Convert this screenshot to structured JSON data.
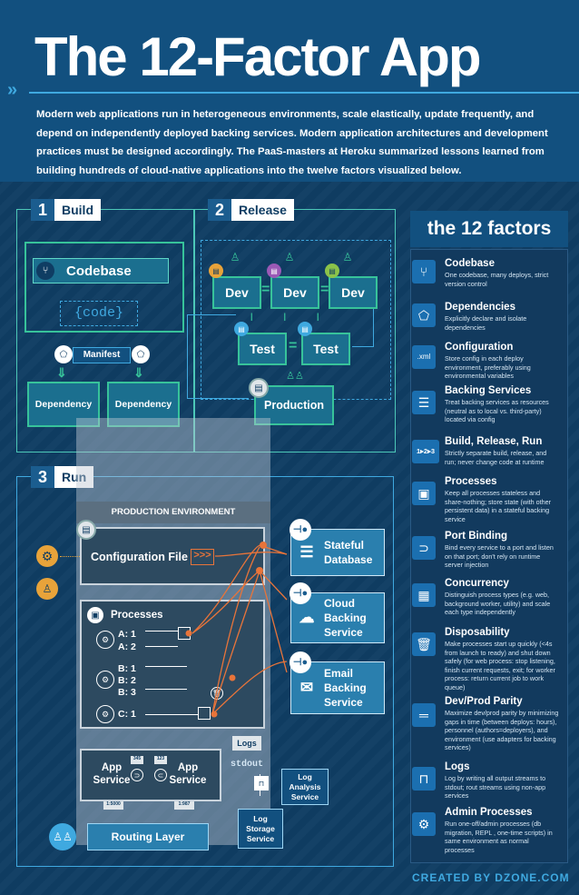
{
  "header": {
    "title": "The 12-Factor App",
    "intro": "Modern web applications run in heterogeneous environments, scale elastically, update frequently, and depend on independently deployed backing services. Modern application architectures and development practices must be designed accordingly. The PaaS-masters at Heroku summarized lessons learned from building hundreds of cloud-native applications into the twelve factors visualized below."
  },
  "build": {
    "number": "1",
    "label": "Build",
    "codebase": "Codebase",
    "code_tag": "{code}",
    "manifest": "Manifest",
    "dependency_1": "Dependency",
    "dependency_2": "Dependency"
  },
  "release": {
    "number": "2",
    "label": "Release",
    "dev_1": "Dev",
    "dev_2": "Dev",
    "dev_3": "Dev",
    "eq_1": "=",
    "eq_2": "=",
    "test_1": "Test",
    "test_2": "Test",
    "eq_3": "=",
    "production": "Production"
  },
  "run": {
    "number": "3",
    "label": "Run",
    "production_env": "PRODUCTION ENVIRONMENT",
    "config_file": "Configuration File",
    "config_arrows": ">>>",
    "processes": "Processes",
    "proc_a1": "A: 1",
    "proc_a2": "A: 2",
    "proc_b1": "B: 1",
    "proc_b2": "B: 2",
    "proc_b3": "B: 3",
    "proc_c1": "C: 1",
    "stateful_db": "Stateful Database",
    "cloud_backing": "Cloud Backing Service",
    "email_backing": "Email Backing Service",
    "logs": "Logs",
    "stdout": "stdout",
    "app_service_1": "App Service",
    "app_service_2": "App Service",
    "port_a": "345",
    "port_b": "123",
    "port_c": "1:5000",
    "port_d": "1:987",
    "log_analysis": "Log Analysis Service",
    "log_storage": "Log Storage Service",
    "routing": "Routing Layer"
  },
  "factors_title": "the 12 factors",
  "factors": [
    {
      "name": "Codebase",
      "desc": "One codebase, many deploys, strict version control",
      "icon": "branch-icon"
    },
    {
      "name": "Dependencies",
      "desc": "Explicitly declare and isolate dependencies",
      "icon": "network-icon"
    },
    {
      "name": "Configuration",
      "desc": "Store config in each deploy environment, preferably using environmental variables",
      "icon": "xml-file-icon"
    },
    {
      "name": "Backing Services",
      "desc": "Treat backing services as resources (neutral as to local vs. third-party) located via config",
      "icon": "database-icon"
    },
    {
      "name": "Build, Release, Run",
      "desc": "Strictly separate build, release, and run; never change code at runtime",
      "icon": "steps-icon",
      "icon_text": "1▸2▸3"
    },
    {
      "name": "Processes",
      "desc": "Keep all processes stateless and share-nothing; store state (with other persistent data) in a stateful backing service",
      "icon": "chip-icon"
    },
    {
      "name": "Port Binding",
      "desc": "Bind every service to a port and listen on that port; don't rely on runtime server injection",
      "icon": "ear-icon"
    },
    {
      "name": "Concurrency",
      "desc": "Distinguish process types (e.g. web, background worker, utility) and scale each type independently",
      "icon": "grid-icon"
    },
    {
      "name": "Disposability",
      "desc": "Make processes start up quickly (<4s from launch to ready) and shut down safely (for web process: stop listening, finish current requests, exit; for worker process: return current job to work queue)",
      "icon": "trash-icon"
    },
    {
      "name": "Dev/Prod Parity",
      "desc": "Maximize dev/prod parity by minimizing gaps in time (between deploys: hours), personnel (authors=deployers), and environment (use adapters for backing services)",
      "icon": "equals-icon"
    },
    {
      "name": "Logs",
      "desc": "Log by writing all output streams to stdout; rout streams using non-app services",
      "icon": "door-icon"
    },
    {
      "name": "Admin Processes",
      "desc": "Run one-off/admin processes (db migration, REPL , one-time scripts) in same environment as normal processes",
      "icon": "gear-icon"
    }
  ],
  "credit": "CREATED BY DZONE.COM",
  "colors": {
    "background": "#0f3d63",
    "accent": "#3fa9e0",
    "teal": "#4dc8b8",
    "green": "#37c39a",
    "orange": "#e8743a"
  }
}
